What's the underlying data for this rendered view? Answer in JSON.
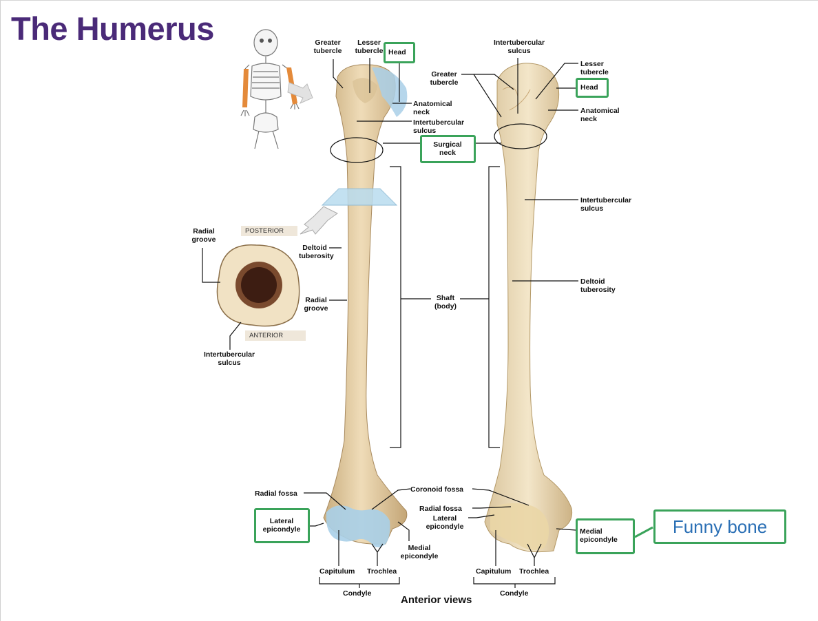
{
  "title": "The Humerus",
  "accent_colors": {
    "title": "#4a2a78",
    "highlight_box": "#3aa35a",
    "callout_text": "#2a6fb5",
    "bone": "#e7d2a8",
    "cartilage": "#a9cfe8"
  },
  "anterior": {
    "greater_tubercle": "Greater\ntubercle",
    "lesser_tubercle": "Lesser\ntubercle",
    "head": "Head",
    "anatomical_neck": "Anatomical\nneck",
    "intertubercular_sulcus": "Intertubercular\nsulcus",
    "surgical_neck": "Surgical\nneck",
    "deltoid_tuberosity": "Deltoid\ntuberosity",
    "radial_groove": "Radial\ngroove",
    "radial_fossa": "Radial fossa",
    "coronoid_fossa": "Coronoid fossa",
    "lateral_epicondyle": "Lateral\nepicondyle",
    "medial_epicondyle": "Medial\nepicondyle",
    "capitulum": "Capitulum",
    "trochlea": "Trochlea",
    "condyle": "Condyle"
  },
  "cross_section": {
    "radial_groove": "Radial\ngroove",
    "posterior": "POSTERIOR",
    "anterior": "ANTERIOR",
    "intertubercular_sulcus": "Intertubercular\nsulcus"
  },
  "shaft": "Shaft\n(body)",
  "posterior": {
    "intertubercular_sulcus_top": "Intertubercular\nsulcus",
    "greater_tubercle": "Greater\ntubercle",
    "lesser_tubercle": "Lesser\ntubercle",
    "head": "Head",
    "anatomical_neck": "Anatomical\nneck",
    "intertubercular_sulcus": "Intertubercular\nsulcus",
    "deltoid_tuberosity": "Deltoid\ntuberosity",
    "radial_fossa": "Radial fossa",
    "lateral_epicondyle": "Lateral\nepicondyle",
    "medial_epicondyle": "Medial\nepicondyle",
    "capitulum": "Capitulum",
    "trochlea": "Trochlea",
    "condyle": "Condyle"
  },
  "callout": "Funny bone",
  "footer": "Anterior views"
}
